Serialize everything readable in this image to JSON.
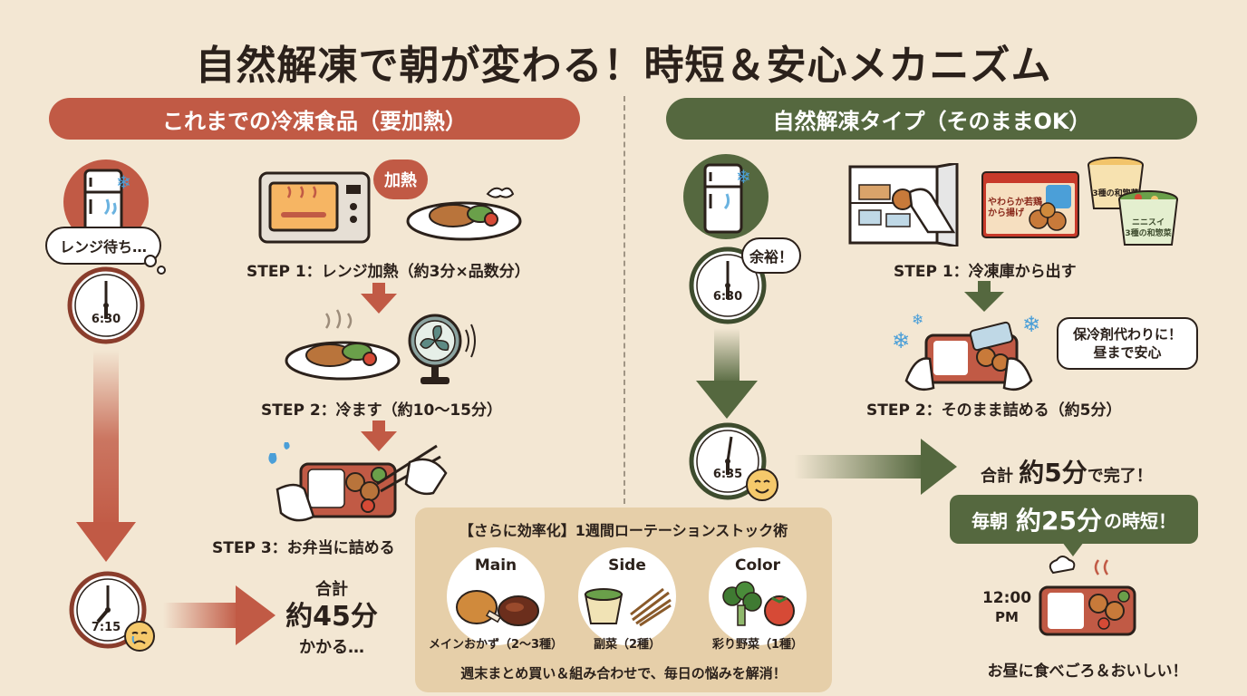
{
  "title": "自然解凍で朝が変わる！時短＆安心メカニズム",
  "left": {
    "header": "これまでの冷凍食品（要加熱）",
    "wait_bubble": "レンジ待ち…",
    "heat_bubble": "加熱",
    "clock_start": "6:30",
    "clock_end": "7:15",
    "step1": "STEP 1：レンジ加熱（約3分×品数分）",
    "step2": "STEP 2：冷ます（約10〜15分）",
    "step3": "STEP 3：お弁当に詰める",
    "total_label": "合計",
    "total_value": "約45分",
    "total_suffix": "かかる…"
  },
  "right": {
    "header": "自然解凍タイプ（そのままOK）",
    "relax_bubble": "余裕！",
    "clock_start": "6:30",
    "clock_end": "6:35",
    "step1": "STEP 1：冷凍庫から出す",
    "step2": "STEP 2：そのまま詰める（約5分）",
    "ice_bubble_1": "保冷剤代わりに！",
    "ice_bubble_2": "昼まで安心",
    "package_line1": "やわらか若鶏",
    "package_line2": "から揚げ",
    "cup1_label": "3種の和惣菜",
    "cup2_brand": "ニニスイ",
    "cup2_label": "3種の和惣菜",
    "total_label": "合計",
    "total_value": "約5分",
    "total_suffix": "で完了！",
    "daily_prefix": "毎朝",
    "daily_value": "約25分",
    "daily_suffix": "の時短！",
    "lunch_time": "12:00",
    "lunch_ampm": "PM",
    "lunch_caption": "お昼に食べごろ＆おいしい！"
  },
  "stock": {
    "title": "【さらに効率化】1週間ローテーションストック術",
    "categories": [
      {
        "name": "Main",
        "label": "メインおかず（2〜3種）"
      },
      {
        "name": "Side",
        "label": "副菜（2種）"
      },
      {
        "name": "Color",
        "label": "彩り野菜（1種）"
      }
    ],
    "footer": "週末まとめ買い＆組み合わせで、毎日の悩みを解消！"
  },
  "colors": {
    "bg": "#f3e7d3",
    "red": "#c15a45",
    "green": "#55683f"
  }
}
